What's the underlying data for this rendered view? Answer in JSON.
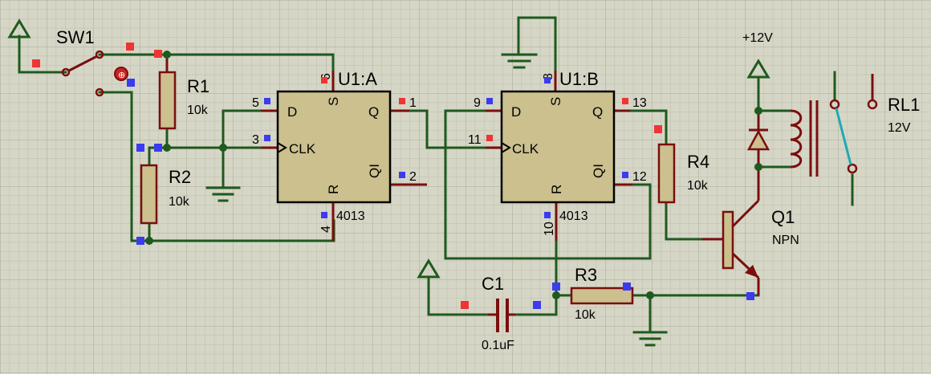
{
  "diagram": {
    "components": {
      "sw1": {
        "ref": "SW1"
      },
      "r1": {
        "ref": "R1",
        "value": "10k"
      },
      "r2": {
        "ref": "R2",
        "value": "10k"
      },
      "r3": {
        "ref": "R3",
        "value": "10k"
      },
      "r4": {
        "ref": "R4",
        "value": "10k"
      },
      "c1": {
        "ref": "C1",
        "value": "0.1uF"
      },
      "u1a": {
        "ref": "U1:A",
        "part": "4013",
        "pins": {
          "d": "D",
          "s": "S",
          "q": "Q",
          "clk": "CLK",
          "r": "R",
          "qi": "QI"
        },
        "pin_numbers": {
          "d": "5",
          "s": "6",
          "q": "1",
          "clk": "3",
          "qi": "2",
          "r": "4"
        }
      },
      "u1b": {
        "ref": "U1:B",
        "part": "4013",
        "pins": {
          "d": "D",
          "s": "S",
          "q": "Q",
          "clk": "CLK",
          "r": "R",
          "qi": "QI"
        },
        "pin_numbers": {
          "d": "9",
          "s": "8",
          "q": "13",
          "clk": "11",
          "qi": "12",
          "r": "10"
        }
      },
      "q1": {
        "ref": "Q1",
        "type": "NPN"
      },
      "rl1": {
        "ref": "RL1",
        "rating": "12V"
      }
    },
    "supply": {
      "label": "+12V"
    },
    "colors": {
      "background": "#d6d6c6",
      "wire": "#1e5a1e",
      "component": "#7a0e0e",
      "body": "#cbc08e",
      "marker_blue": "#3b3bf0",
      "marker_red": "#ef3434",
      "relay_contact": "#1eaab4"
    }
  }
}
